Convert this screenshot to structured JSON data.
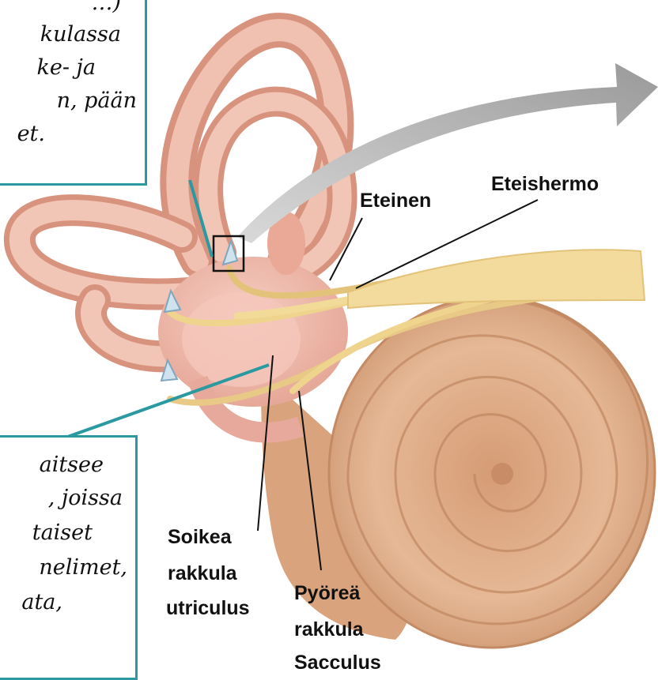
{
  "diagram": {
    "labels": {
      "eteinen": "Eteinen",
      "eteishermo": "Eteishermo",
      "soikea": [
        "Soikea",
        "rakkula",
        "utriculus"
      ],
      "pyorea": [
        "Pyöreä",
        "rakkula",
        "Sacculus"
      ]
    },
    "callout_top": [
      "…)",
      "kulassa",
      "ke- ja",
      "n, pään",
      "et."
    ],
    "callout_bottom": [
      "aitsee",
      ", joissa",
      "taiset",
      "nelimet,",
      "ata,"
    ],
    "colors": {
      "callout_border": "#2a9aa0",
      "nerve": "#f0d48a",
      "bone": "#e3b491",
      "canal": "#efbcae"
    }
  }
}
